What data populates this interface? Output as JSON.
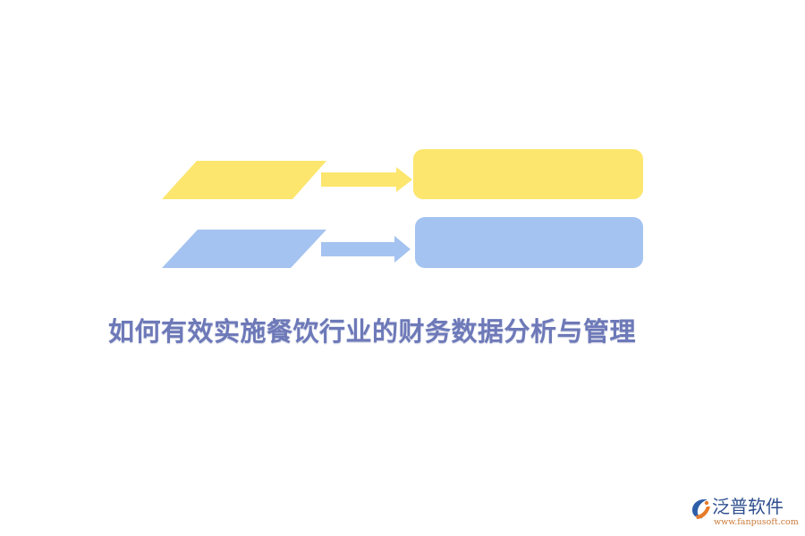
{
  "title": "如何有效实施餐饮行业的财务数据分析与管理",
  "diagram": {
    "rows": [
      {
        "color": "#fce66e",
        "shape_text": "",
        "box_text": ""
      },
      {
        "color": "#a4c3f0",
        "shape_text": "",
        "box_text": ""
      }
    ]
  },
  "brand": {
    "name": "泛普软件",
    "url": "www.fanpusoft.com",
    "icon": "fanpu-logo-icon",
    "colors": {
      "logo_orange": "#e77b2a",
      "logo_blue": "#2f5ea8"
    }
  }
}
